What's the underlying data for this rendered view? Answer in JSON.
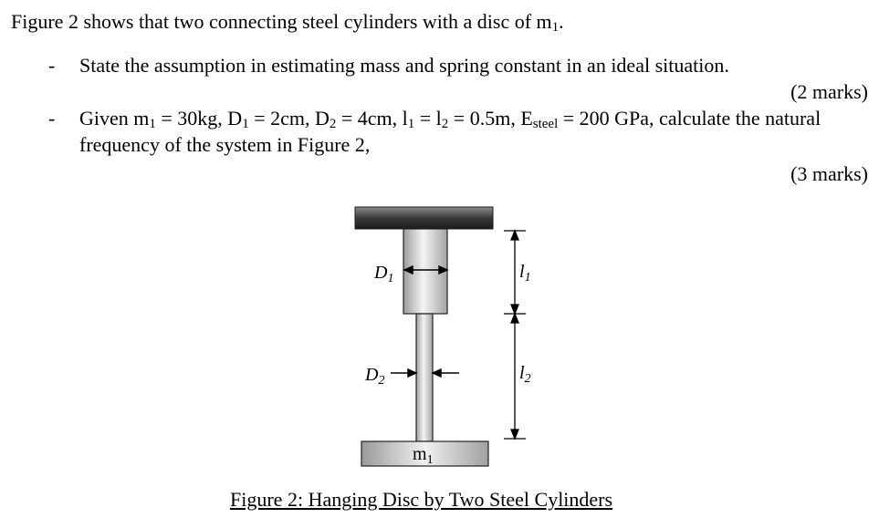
{
  "intro": "Figure 2 shows that two connecting steel cylinders with a disc of m",
  "intro_sub": "1",
  "intro_end": ".",
  "bullet_marker": "-",
  "q1": {
    "text": "State the assumption in estimating mass and spring constant in an ideal situation.",
    "marks": "(2 marks)"
  },
  "q2": {
    "p1": "Given m",
    "s1": "1",
    "p2": " = 30kg, D",
    "s2": "1",
    "p3": " = 2cm, D",
    "s3": "2",
    "p4": " = 4cm, l",
    "s4": "1",
    "p5": " = l",
    "s5": "2",
    "p6": " = 0.5m, E",
    "s6": "steel",
    "p7": " = 200 GPa, calculate the natural",
    "line2": "frequency of the system in Figure 2,",
    "marks": "(3 marks)"
  },
  "figure": {
    "label_d1": "D",
    "label_d1_sub": "1",
    "label_d2": "D",
    "label_d2_sub": "2",
    "label_l1": "l",
    "label_l1_sub": "1",
    "label_l2": "l",
    "label_l2_sub": "2",
    "label_m1": "m",
    "label_m1_sub": "1",
    "caption": "Figure 2: Hanging Disc by Two Steel Cylinders"
  }
}
